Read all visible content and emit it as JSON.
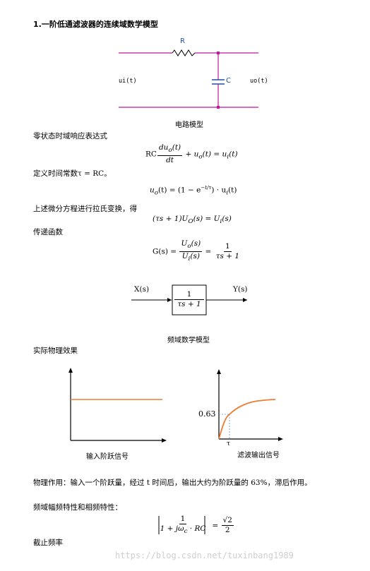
{
  "heading": "1.一阶低通滤波器的连续域数学模型",
  "circuit": {
    "resistor_label": "R",
    "capacitor_label": "C",
    "input_label": "ui(t)",
    "output_label": "uo(t)",
    "caption": "电路模型"
  },
  "text1": "零状态时域响应表达式",
  "eq1": {
    "prefix": "RC",
    "frac_num": "du",
    "frac_num_sub": "o",
    "frac_num_tail": "(t)",
    "frac_den": "dt",
    "rhs": "+ u",
    "rhs_sub": "o",
    "rhs_tail": "(t) = u",
    "rhs_sub2": "i",
    "rhs_end": "(t)"
  },
  "text2": "定义时间常数τ = RC。",
  "eq2": {
    "lhs": "u",
    "lhs_sub": "o",
    "mid": "(t) = (1 − e",
    "exp": "−t/τ",
    "tail": ") · u",
    "tail_sub": "i",
    "end": "(t)"
  },
  "text3": "上述微分方程进行拉氏变换，得",
  "eq3": "(τs + 1)U",
  "eq3_sub": "O",
  "eq3_mid": "(s) = U",
  "eq3_sub2": "i",
  "eq3_end": "(s)",
  "text4": "传递函数",
  "eq4": {
    "lhs": "G(s) =",
    "f1_num": "U",
    "f1_num_sub": "o",
    "f1_num_tail": "(s)",
    "f1_den": "U",
    "f1_den_sub": "i",
    "f1_den_tail": "(s)",
    "eq": "=",
    "f2_num": "1",
    "f2_den": "τs + 1"
  },
  "block": {
    "input": "X(s)",
    "output": "Y(s)",
    "num": "1",
    "den": "τs + 1",
    "caption": "频域数学模型"
  },
  "text5": "实际物理效果",
  "plots": {
    "left_caption": "输入阶跃信号",
    "right_caption": "滤波输出信号",
    "y_mark": "0.63",
    "x_mark": "τ",
    "step_color": "#ed7d31"
  },
  "text6": "物理作用：输入一个阶跃量，经过 t 时间后，输出大约为阶跃量的 63%，滞后作用。",
  "text7": "频域幅频特性和相频特性：",
  "eq5": {
    "num": "1",
    "den": "1 + jω",
    "den_sub": "c",
    "den_tail": " · RC",
    "eq": "=",
    "rnum": "√2",
    "rden": "2"
  },
  "text8": "截止频率",
  "watermark": "https://blog.csdn.net/tuxinbang1989",
  "colors": {
    "wire": "#c0179f",
    "node": "#c0179f",
    "resistor": "#000000",
    "axis": "#000000",
    "dashed": "#5b9bd5"
  }
}
